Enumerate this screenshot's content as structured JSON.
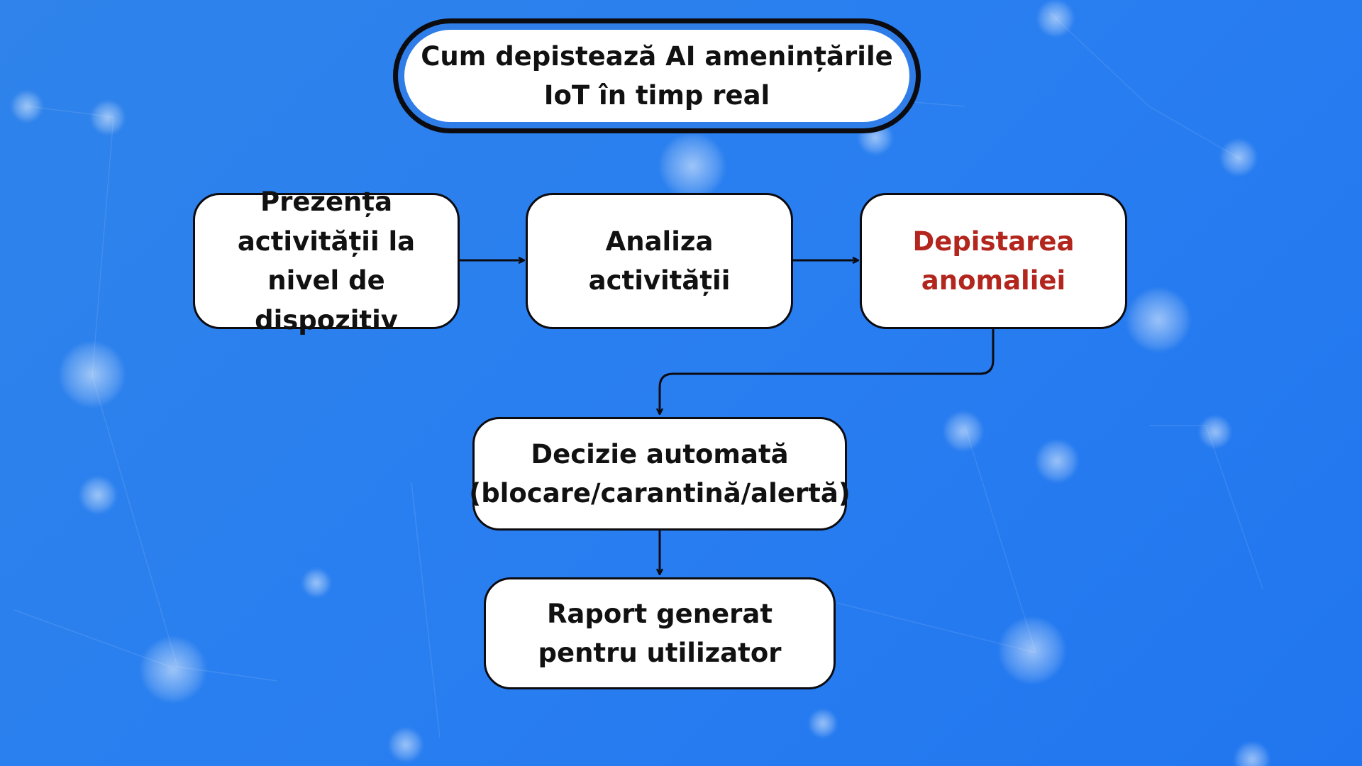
{
  "title": "Cum depistează AI amenințările IoT în timp real",
  "steps": {
    "presence": "Prezența activității la nivel de dispozitiv",
    "analysis": "Analiza activității",
    "detection": "Depistarea anomaliei",
    "decision": "Decizie automată (blocare/carantină/alertă)",
    "report": "Raport generat pentru utilizator"
  },
  "colors": {
    "background": "#2a7ff0",
    "node_fill": "#ffffff",
    "border": "#0b0b10",
    "highlight_text": "#b3261e"
  }
}
